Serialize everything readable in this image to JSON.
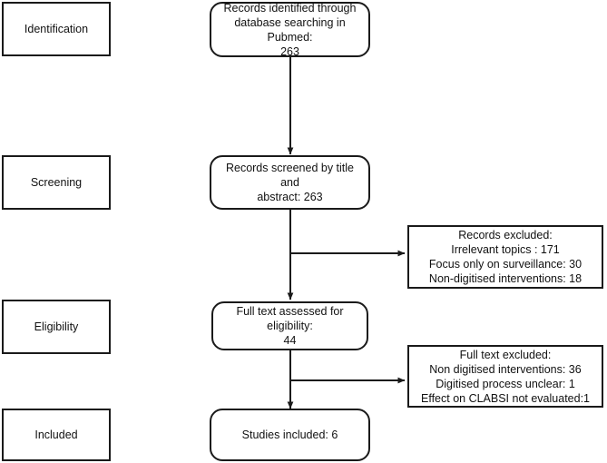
{
  "diagram": {
    "type": "prisma-flow-diagram",
    "stages": [
      {
        "id": "identification",
        "label": "Identification"
      },
      {
        "id": "screening",
        "label": "Screening"
      },
      {
        "id": "eligibility",
        "label": "Eligibility"
      },
      {
        "id": "included",
        "label": "Included"
      }
    ],
    "flow_boxes": [
      {
        "id": "records-identified",
        "text": "Records identified through\ndatabase searching in Pubmed:\n263",
        "count": 263
      },
      {
        "id": "records-screened",
        "text": "Records screened by title and\nabstract: 263",
        "count": 263
      },
      {
        "id": "full-text-assessed",
        "text": "Full text assessed for eligibility:\n44",
        "count": 44
      },
      {
        "id": "studies-included",
        "text": "Studies included: 6",
        "count": 6
      }
    ],
    "exclusion_boxes": [
      {
        "id": "records-excluded",
        "text": "Records excluded:\nIrrelevant topics : 171\nFocus only on surveillance: 30\nNon-digitised interventions: 18",
        "reasons": [
          {
            "label": "Irrelevant topics",
            "value": 171
          },
          {
            "label": "Focus only on surveillance",
            "value": 30
          },
          {
            "label": "Non-digitised interventions",
            "value": 18
          }
        ]
      },
      {
        "id": "full-text-excluded",
        "text": "Full text excluded:\nNon digitised interventions: 36\nDigitised process unclear: 1\nEffect on CLABSI not evaluated:1",
        "reasons": [
          {
            "label": "Non digitised interventions",
            "value": 36
          },
          {
            "label": "Digitised process unclear",
            "value": 1
          },
          {
            "label": "Effect on CLABSI not evaluated",
            "value": 1
          }
        ]
      }
    ],
    "colors": {
      "stroke": "#1a1a1a",
      "fill": "#ffffff",
      "text": "#111111"
    }
  }
}
